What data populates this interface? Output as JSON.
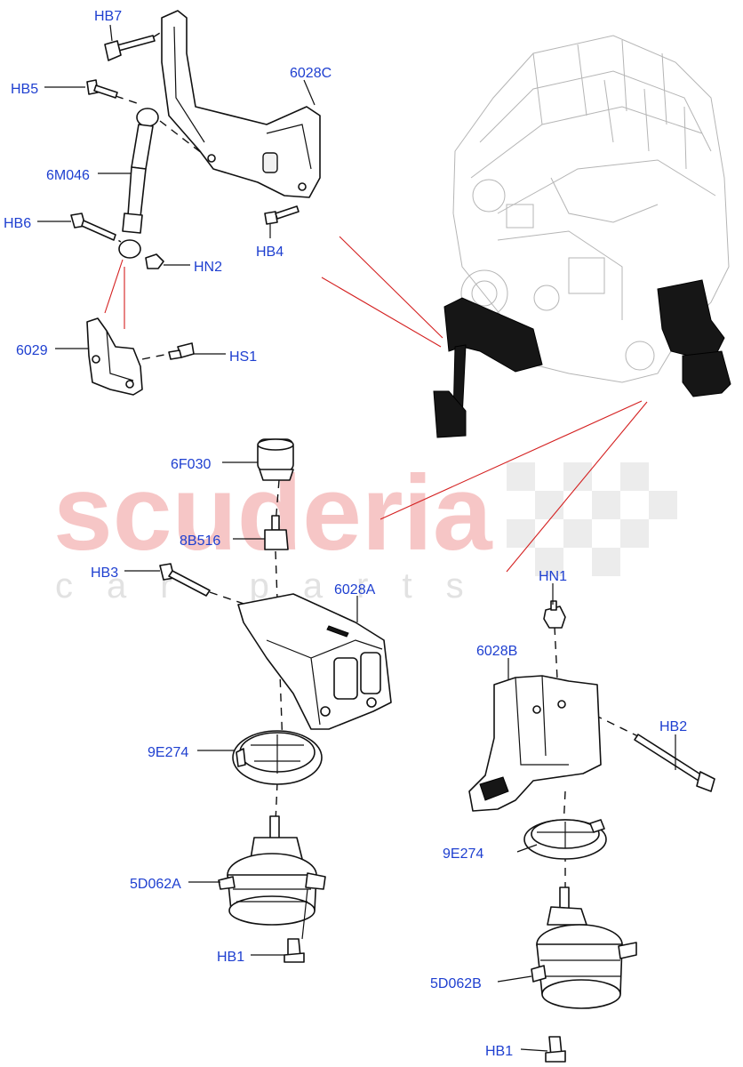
{
  "watermark": {
    "brand": "scuderia",
    "tagline": "car parts"
  },
  "labels": {
    "HB7": "HB7",
    "HB5": "HB5",
    "C6028": "6028C",
    "M6046": "6M046",
    "HB6": "HB6",
    "HB4": "HB4",
    "HN2": "HN2",
    "P6029": "6029",
    "HS1": "HS1",
    "F6030": "6F030",
    "B8516": "8B516",
    "HB3": "HB3",
    "A6028": "6028A",
    "E9274_left": "9E274",
    "D5062A": "5D062A",
    "HB1_left": "HB1",
    "HN1": "HN1",
    "B6028": "6028B",
    "HB2": "HB2",
    "E9274_right": "9E274",
    "D5062B": "5D062B",
    "HB1_right": "HB1"
  },
  "colors": {
    "label": "#1e3fd0",
    "callout": "#d42020",
    "watermark": "#f6c6c6"
  }
}
